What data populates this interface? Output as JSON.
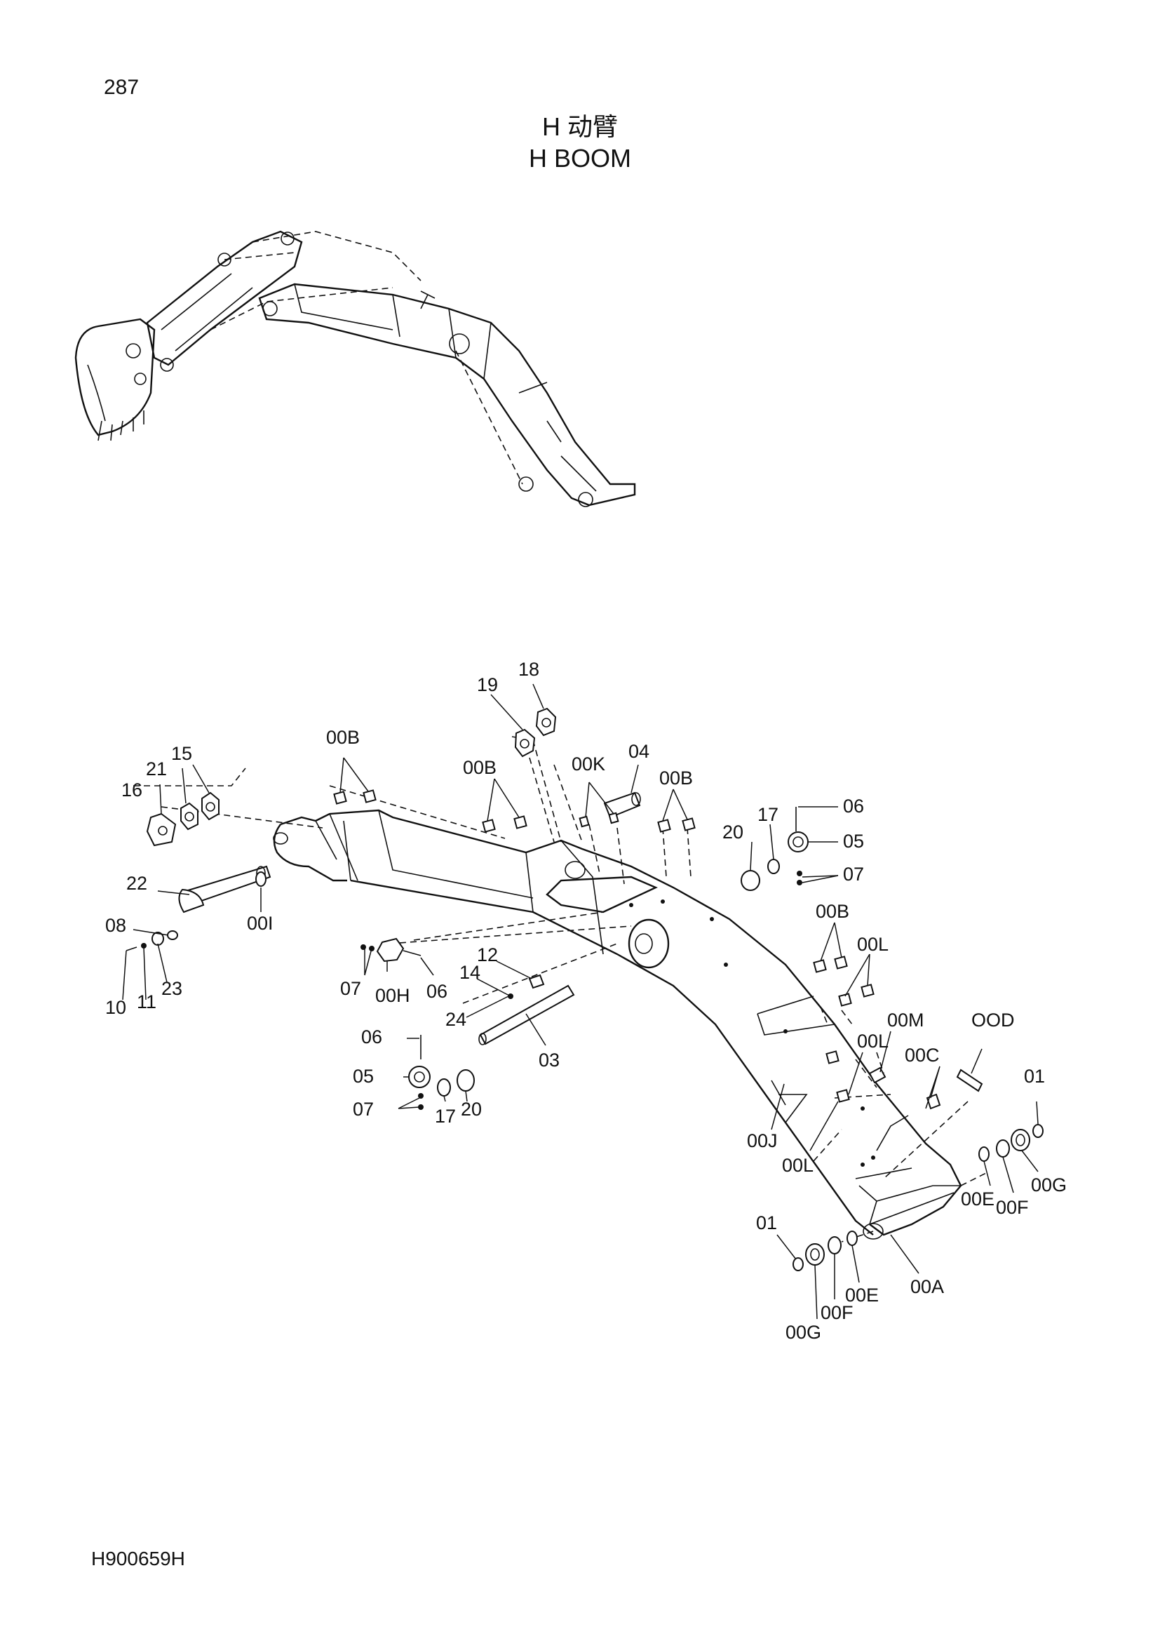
{
  "header": {
    "page_number": "287",
    "title_cn": "H 动臂",
    "title_en": "H  BOOM"
  },
  "footer": {
    "drawing_code": "H900659H"
  },
  "callouts": [
    "18",
    "19",
    "00B",
    "00B",
    "00K",
    "04",
    "00B",
    "21",
    "15",
    "16",
    "22",
    "08",
    "10",
    "11",
    "23",
    "00I",
    "20",
    "17",
    "06",
    "05",
    "07",
    "00B",
    "00L",
    "07",
    "00H",
    "06",
    "12",
    "14",
    "24",
    "03",
    "00M",
    "00L",
    "00C",
    "OOD",
    "01",
    "06",
    "05",
    "07",
    "17",
    "20",
    "00J",
    "00L",
    "00E",
    "00F",
    "00G",
    "01",
    "00G",
    "00F",
    "00E",
    "00A"
  ]
}
